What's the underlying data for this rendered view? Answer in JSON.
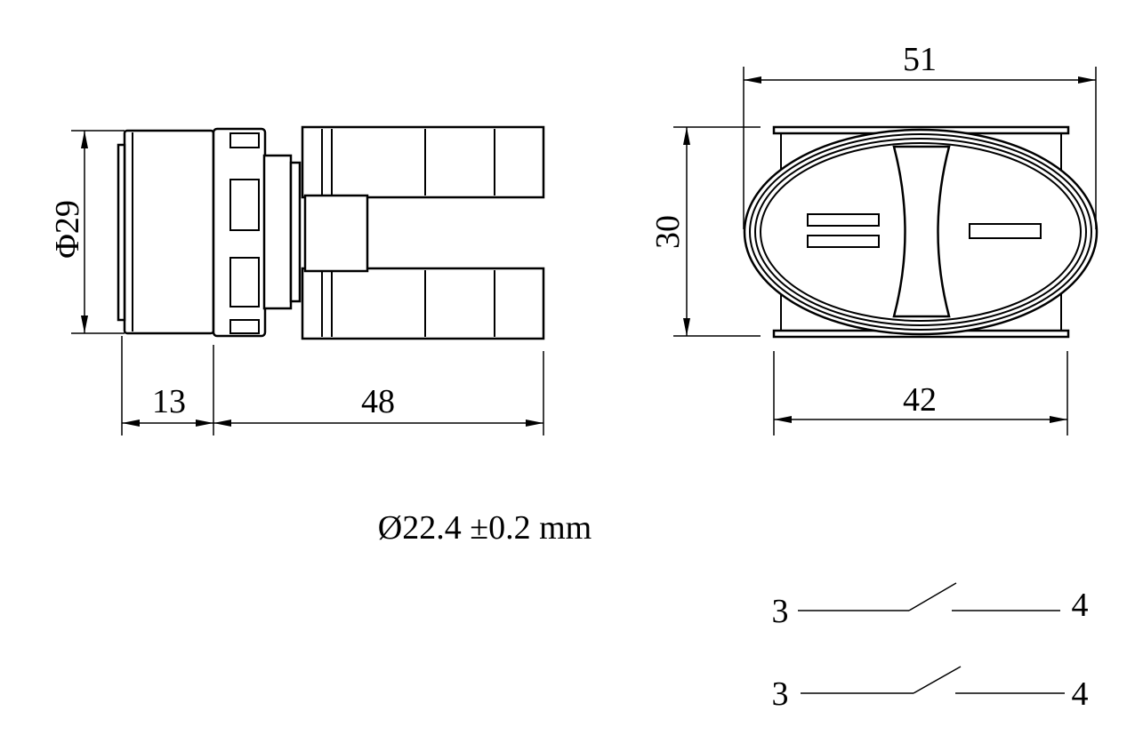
{
  "side_view": {
    "diameter_label": "Φ29",
    "cap_length_label": "13",
    "body_length_label": "48"
  },
  "front_view": {
    "width_label": "51",
    "height_label": "30",
    "base_width_label": "42"
  },
  "mounting_note": "Ø22.4 ±0.2 mm",
  "contacts": [
    {
      "left_terminal": "3",
      "right_terminal": "4",
      "type": "normally open"
    },
    {
      "left_terminal": "3",
      "right_terminal": "4",
      "type": "normally open"
    }
  ]
}
